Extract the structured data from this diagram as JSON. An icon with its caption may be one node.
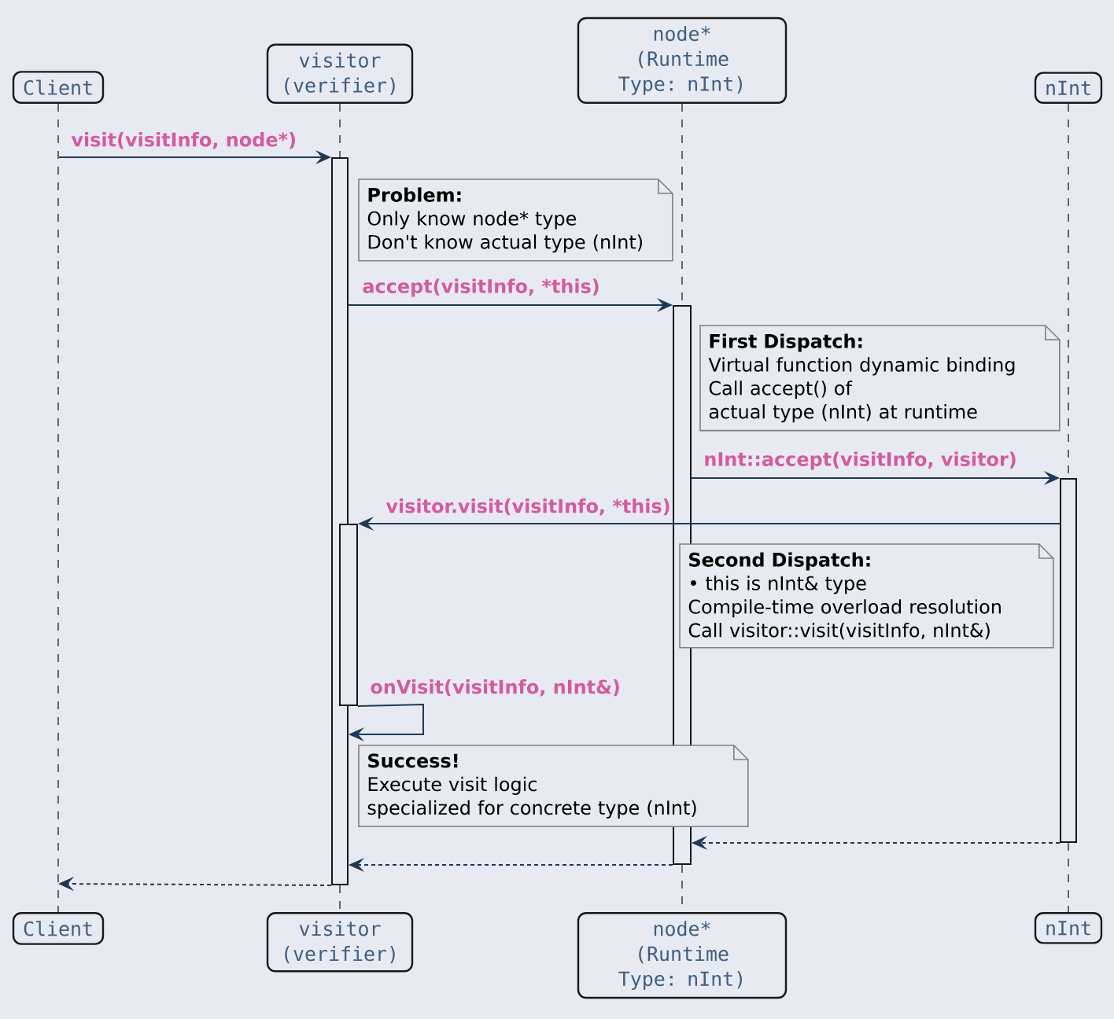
{
  "diagram": {
    "nodes": [
      {
        "text": [
          "Client"
        ]
      },
      {
        "text": [
          "visitor (verifier)"
        ]
      },
      {
        "text": [
          "node*",
          "(Runtime Type: nInt)"
        ]
      },
      {
        "text": [
          "nInt"
        ]
      },
      {
        "text": [],
        "shape": "bar"
      },
      {
        "text": [],
        "shape": "bar"
      },
      {
        "text": [],
        "shape": "bar"
      },
      {
        "text": [],
        "shape": "bar"
      },
      {
        "text": [
          "Problem:",
          "Only know node* type",
          "Don't know actual type (nInt)"
        ]
      },
      {
        "text": [
          "First Dispatch:",
          "Virtual function dynamic binding",
          "Call accept() of",
          "actual type (nInt) at runtime"
        ]
      },
      {
        "text": [
          "Second Dispatch:",
          "• this is nInt& type",
          "Compile-time overload resolution",
          "Call visitor::visit(visitInfo, nInt&)"
        ]
      },
      {
        "text": [
          "Success!",
          "Execute visit logic",
          "specialized for concrete type (nInt)"
        ]
      },
      {
        "text": [
          "Client"
        ]
      },
      {
        "text": [
          "visitor (verifier)"
        ]
      },
      {
        "text": [
          "node*",
          "(Runtime Type: nInt)"
        ]
      },
      {
        "text": [
          "nInt"
        ]
      }
    ],
    "edges": [
      {
        "from": null,
        "to": 4,
        "arrow": "to",
        "label": "visit(visitInfo, node*)"
      },
      {
        "from": 4,
        "to": 5,
        "arrow": "to",
        "label": "accept(visitInfo, *this)"
      },
      {
        "from": 5,
        "to": 6,
        "arrow": "to",
        "label": "nInt::accept(visitInfo, visitor)"
      },
      {
        "from": 6,
        "to": 7,
        "arrow": "to",
        "label": "visitor.visit(visitInfo, *this)"
      },
      {
        "from": 7,
        "to": 4,
        "arrow": "to",
        "label": "onVisit(visitInfo, nInt&)"
      },
      {
        "from": 6,
        "to": 5,
        "arrow": "to",
        "style": "dashed"
      },
      {
        "from": 5,
        "to": 4,
        "arrow": "to",
        "style": "dashed"
      },
      {
        "from": 4,
        "to": null,
        "arrow": "to",
        "style": "dashed"
      },
      {
        "from": 0,
        "to": 12,
        "arrow": "none",
        "style": "dashed",
        "color": "#666666"
      },
      {
        "from": 1,
        "to": 4,
        "arrow": "none",
        "style": "dashed",
        "color": "#666666"
      },
      {
        "from": 4,
        "to": 13,
        "arrow": "none",
        "style": "dashed",
        "color": "#666666"
      },
      {
        "from": 2,
        "to": 5,
        "arrow": "none",
        "style": "dashed",
        "color": "#666666"
      },
      {
        "from": 5,
        "to": 14,
        "arrow": "none",
        "style": "dashed",
        "color": "#666666"
      },
      {
        "from": 3,
        "to": 6,
        "arrow": "none",
        "style": "dashed",
        "color": "#666666"
      },
      {
        "from": 6,
        "to": 15,
        "arrow": "none",
        "style": "dashed",
        "color": "#666666"
      }
    ]
  }
}
